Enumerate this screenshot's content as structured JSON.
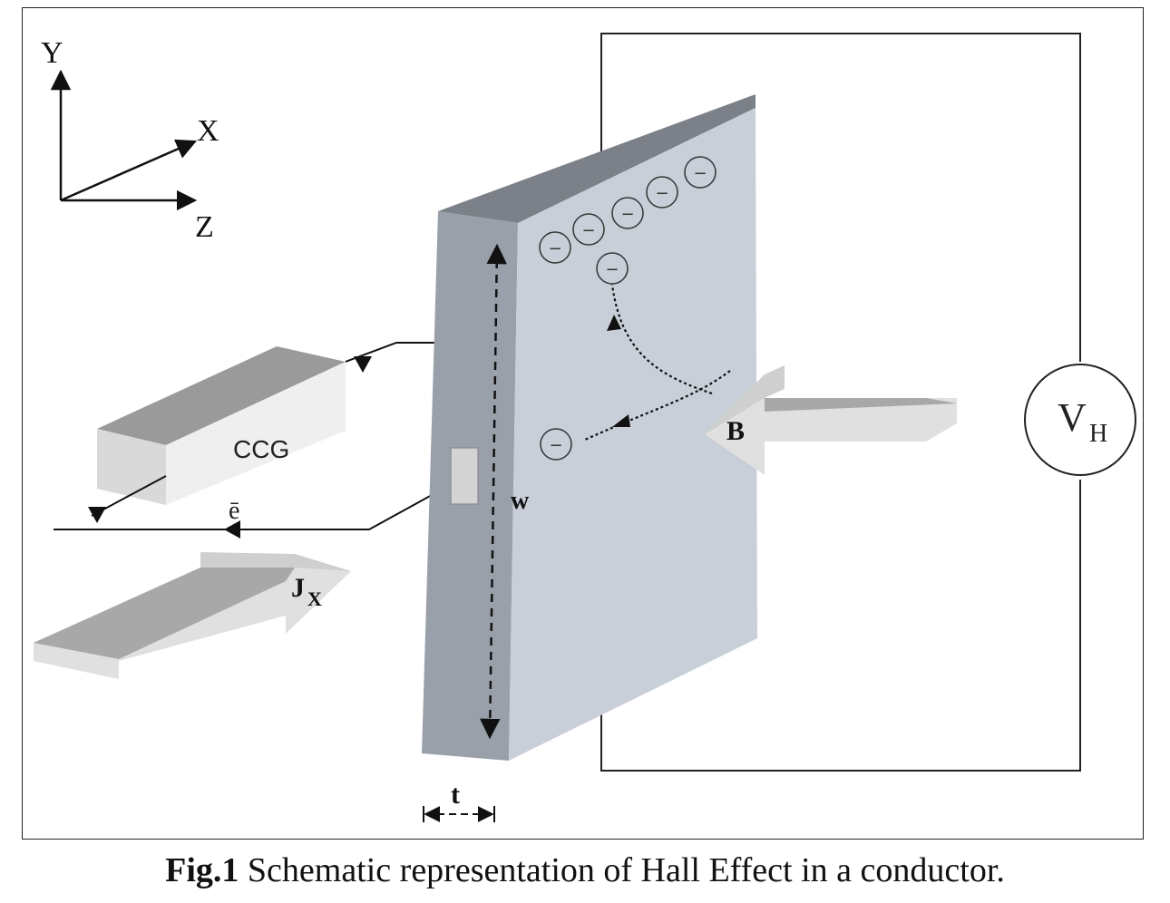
{
  "axes": {
    "y": "Y",
    "x": "X",
    "z": "Z"
  },
  "source": {
    "label": "CCG"
  },
  "labels": {
    "electron": "ē",
    "current_density_main": "J",
    "current_density_sub": "X",
    "magnetic_field": "B",
    "width": "w",
    "thickness": "t"
  },
  "voltmeter": {
    "main": "V",
    "sub": "H"
  },
  "charge_symbol": "−",
  "caption": {
    "prefix": "Fig.1",
    "text": " Schematic representation of Hall Effect in a conductor."
  },
  "colors": {
    "slab_face": "#c9cfd8",
    "slab_side": "#9aa0aa",
    "slab_top": "#7c8088",
    "block_face": "#efefef",
    "block_top": "#9a9a9a",
    "arrow_light": "#e0e0e0",
    "arrow_dark": "#a8a8a8"
  }
}
